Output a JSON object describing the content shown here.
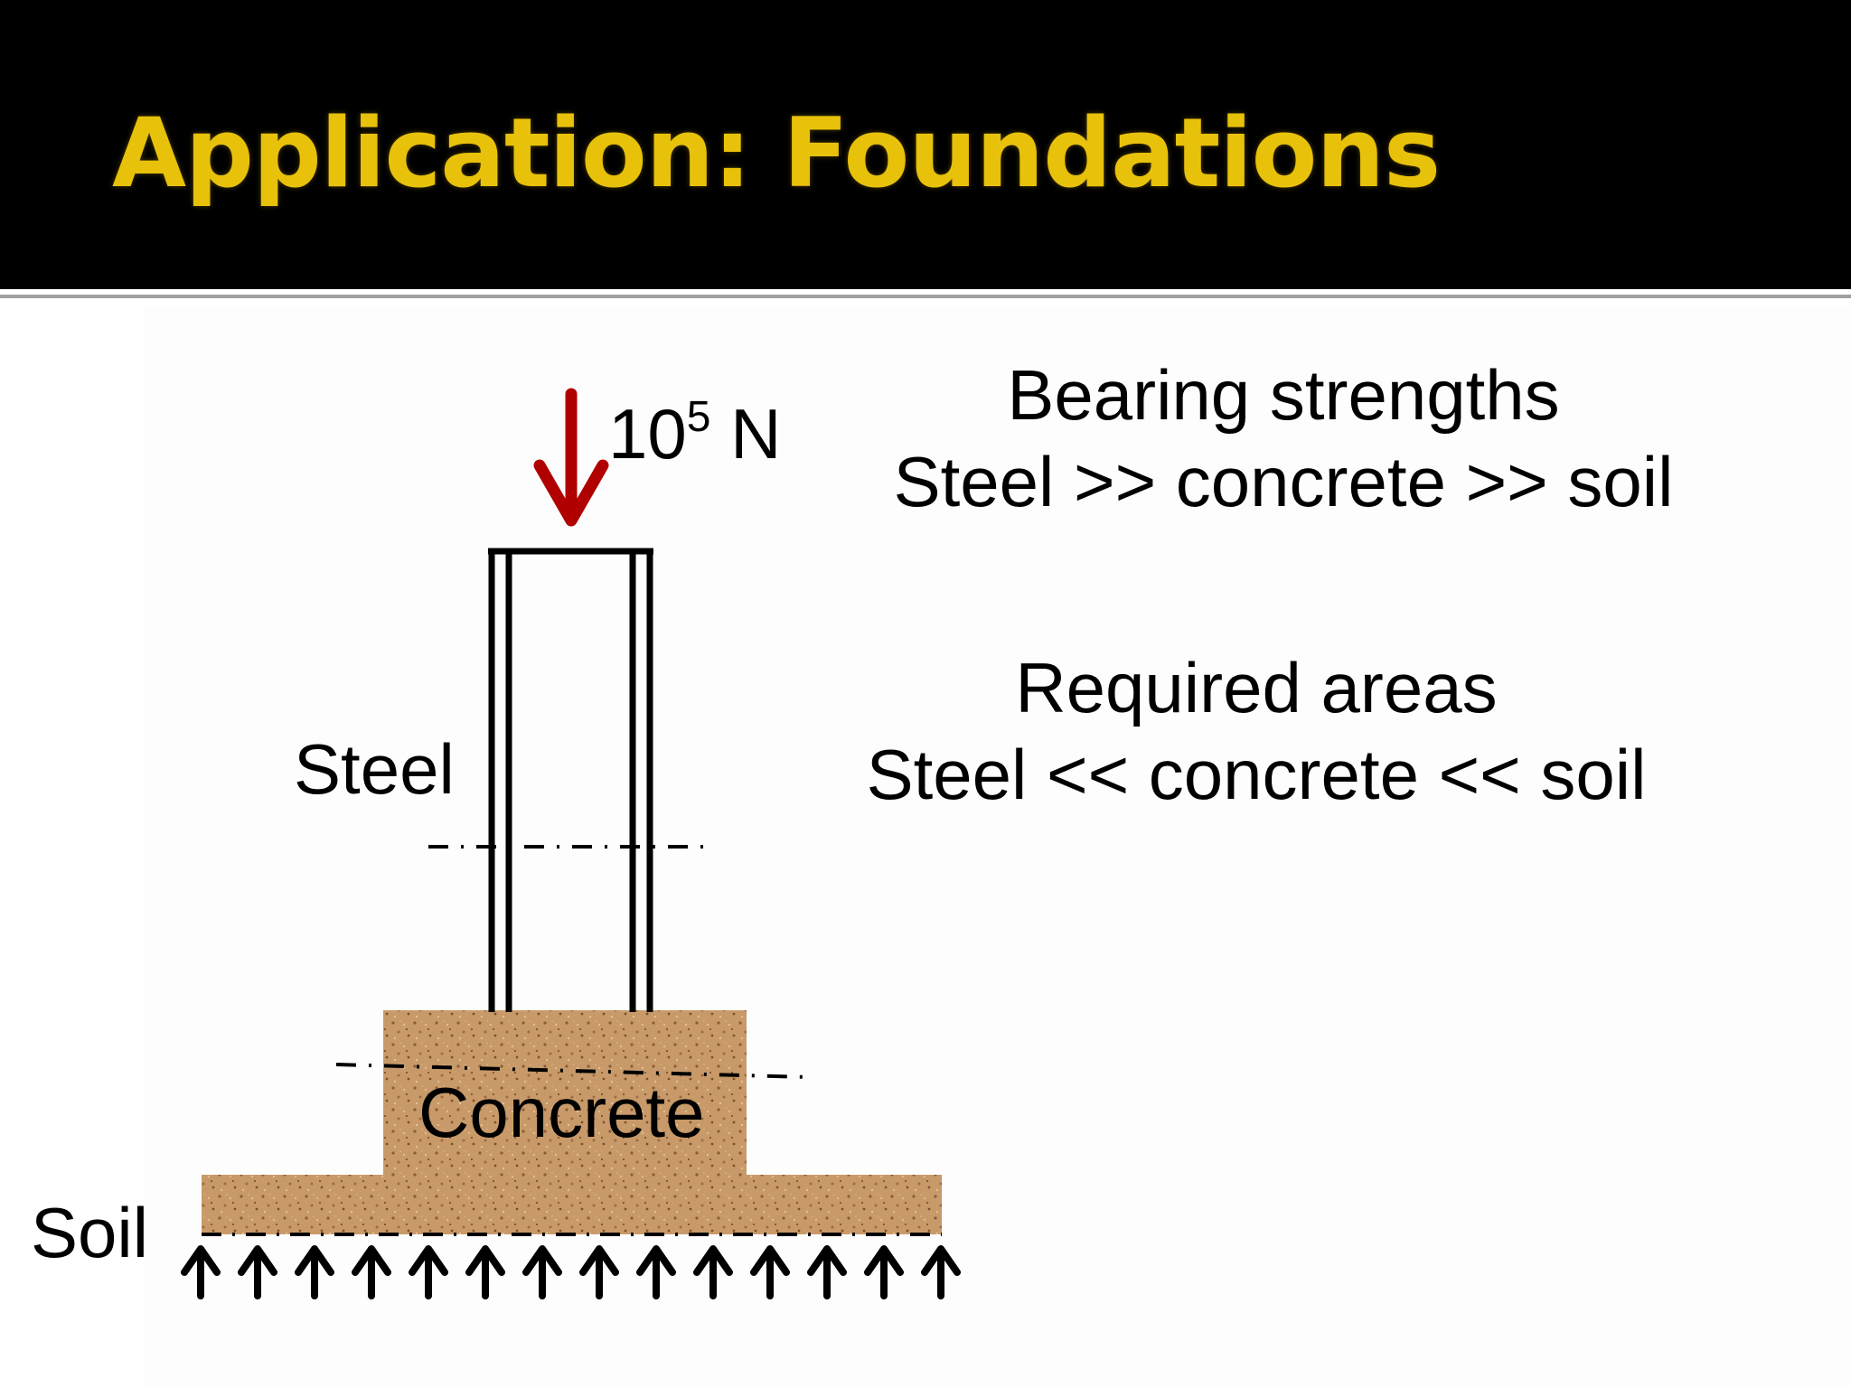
{
  "slide": {
    "title": "Application: Foundations",
    "title_color": "#e8c10b"
  },
  "diagram": {
    "load": {
      "base": "10",
      "exponent": "5",
      "unit": "N",
      "arrow_color": "#b00000"
    },
    "labels": {
      "steel": "Steel",
      "concrete": "Concrete",
      "soil": "Soil"
    },
    "concrete_color": "#c89a6a",
    "soil_reaction_arrow_count": 14
  },
  "notes": {
    "bearing_heading": "Bearing strengths",
    "bearing_order": "Steel >> concrete >> soil",
    "areas_heading": "Required areas",
    "areas_order": "Steel << concrete << soil"
  }
}
